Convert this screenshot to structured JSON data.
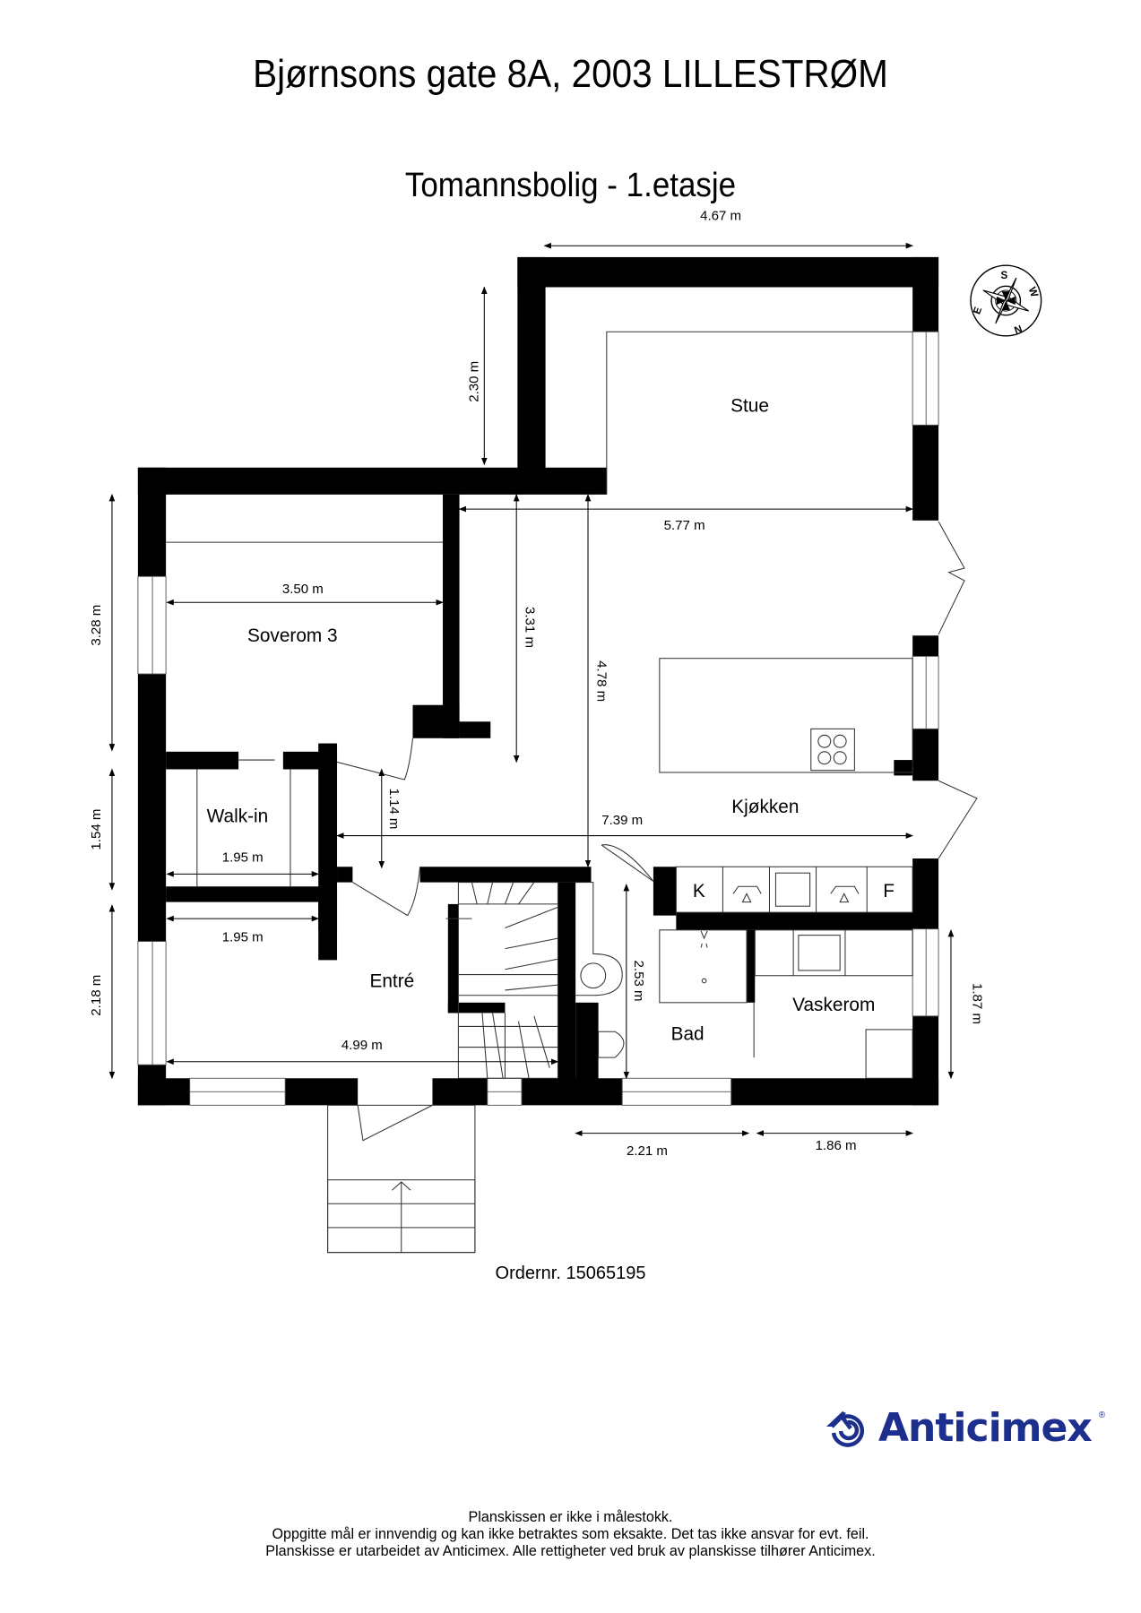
{
  "header": {
    "address": "Bjørnsons gate 8A, 2003 LILLESTRØM",
    "subtitle": "Tomannsbolig  - 1.etasje"
  },
  "rooms": {
    "stue": "Stue",
    "soverom3": "Soverom 3",
    "walkin": "Walk-in",
    "kjokken": "Kjøkken",
    "entre": "Entré",
    "bad": "Bad",
    "vaskerom": "Vaskerom"
  },
  "appliances": {
    "kitchen_k": "K",
    "kitchen_f": "F"
  },
  "dimensions": {
    "stue_width": "4.67 m",
    "stue_depth": "2.30 m",
    "living_width": "5.77 m",
    "soverom_width": "3.50 m",
    "soverom_height": "3.28 m",
    "kitchen_depth_a": "3.31 m",
    "kitchen_depth_b": "4.78 m",
    "hall_width": "1.14 m",
    "kitchen_length": "7.39 m",
    "walkin_height": "1.54 m",
    "walkin_width": "1.95 m",
    "entre_closet_width": "1.95 m",
    "entre_height": "2.18 m",
    "entre_width": "4.99 m",
    "bad_height": "2.53 m",
    "vaskerom_height": "1.87 m",
    "bad_width": "2.21 m",
    "vaskerom_width": "1.86 m"
  },
  "compass": {
    "n": "N",
    "s": "S",
    "e": "E",
    "w": "W"
  },
  "order": "Ordernr. 15065195",
  "brand": {
    "name": "Anticimex",
    "reg": "®",
    "color": "#1d2f8c"
  },
  "footer": {
    "line1": "Planskissen er ikke i målestokk.",
    "line2": "Oppgitte mål er innvendig og kan ikke betraktes som eksakte. Det tas ikke ansvar for evt. feil.",
    "line3": "Planskisse er utarbeidet av Anticimex. Alle rettigheter ved bruk av planskisse tilhører Anticimex."
  }
}
